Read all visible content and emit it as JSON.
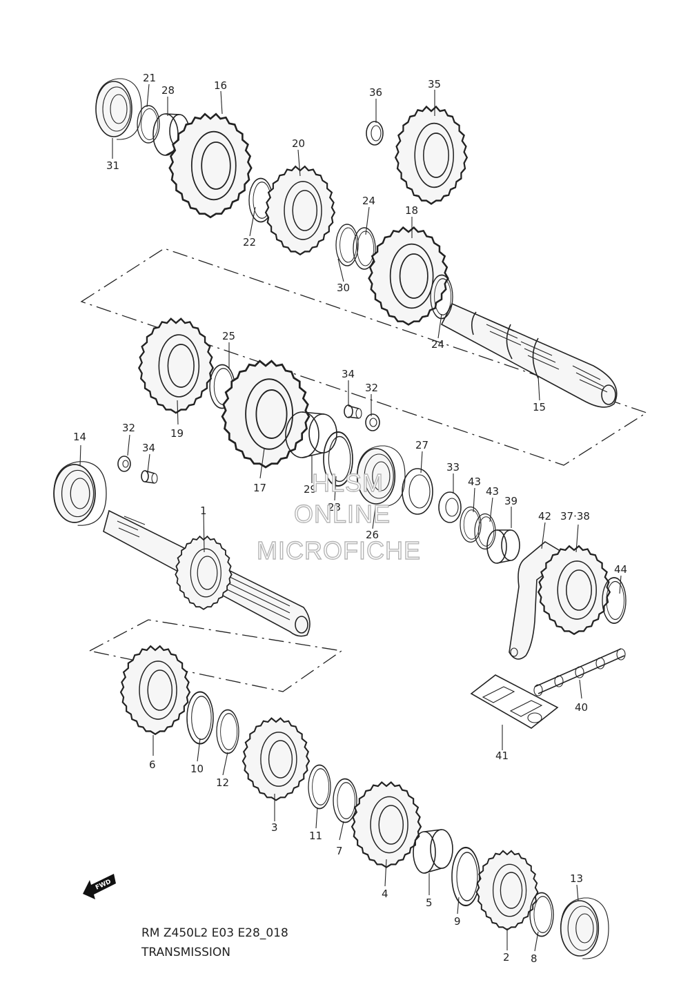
{
  "labels": {
    "l1": "1",
    "l2": "2",
    "l3": "3",
    "l4": "4",
    "l5": "5",
    "l6": "6",
    "l7": "7",
    "l8": "8",
    "l9": "9",
    "l10": "10",
    "l11": "11",
    "l12": "12",
    "l13": "13",
    "l14": "14",
    "l15": "15",
    "l16": "16",
    "l17": "17",
    "l18": "18",
    "l19": "19",
    "l20": "20",
    "l21": "21",
    "l22": "22",
    "l23": "23",
    "l24a": "24",
    "l24b": "24",
    "l25": "25",
    "l26": "26",
    "l27": "27",
    "l28": "28",
    "l29": "29",
    "l30": "30",
    "l31": "31",
    "l32a": "32",
    "l32b": "32",
    "l33": "33",
    "l34a": "34",
    "l34b": "34",
    "l35": "35",
    "l36": "36",
    "l3738": "37·38",
    "l39": "39",
    "l40": "40",
    "l41": "41",
    "l42": "42",
    "l43a": "43",
    "l43b": "43",
    "l44": "44"
  },
  "caption": {
    "code": "RM Z450L2 E03 E28_018",
    "title": "TRANSMISSION"
  },
  "fwd_label": "FWD",
  "watermark": {
    "line1": "HLSM",
    "line2": "ONLINE",
    "line3": "MICROFICHE"
  }
}
